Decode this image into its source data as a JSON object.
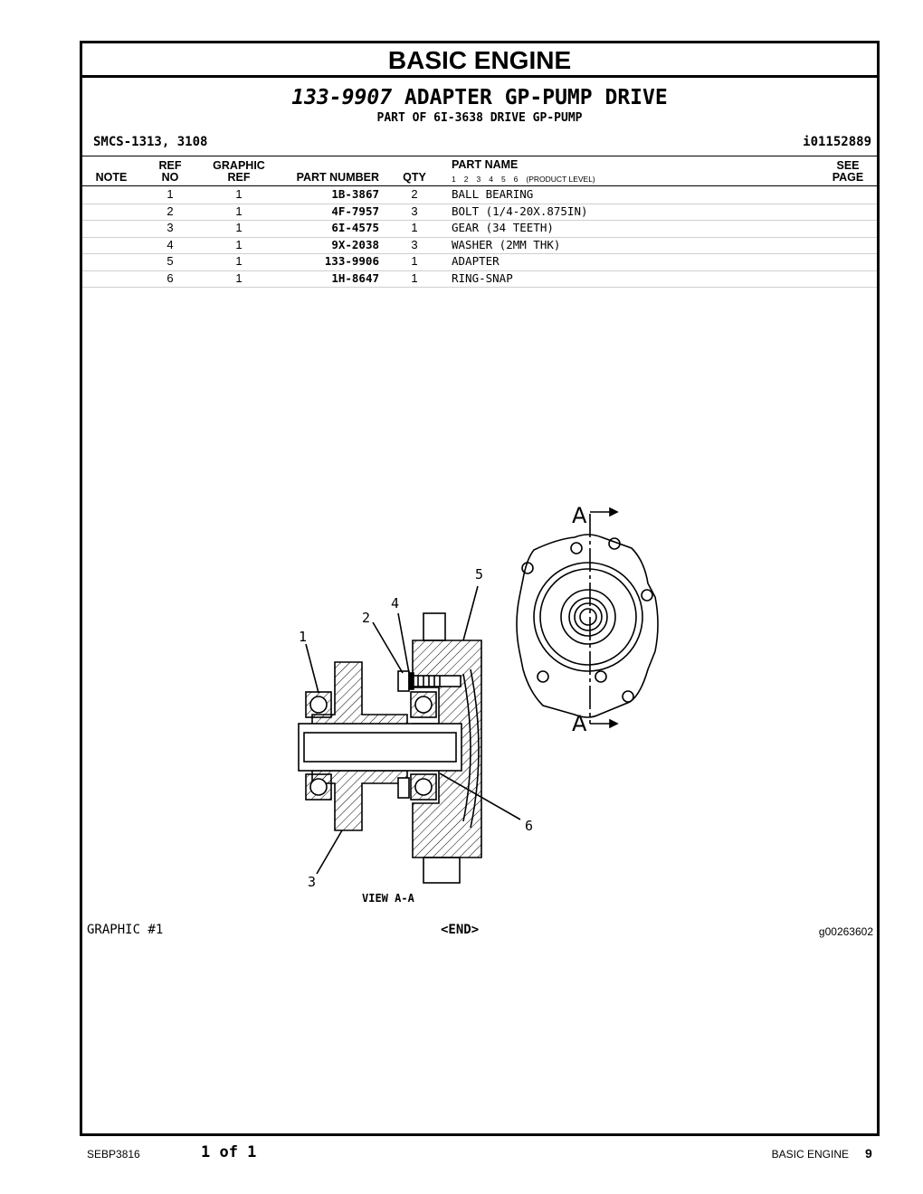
{
  "section": "BASIC ENGINE",
  "title": {
    "part_number": "133-9907",
    "name": "ADAPTER GP-PUMP DRIVE"
  },
  "subtitle": "PART OF 6I-3638 DRIVE GP-PUMP",
  "smcs": "SMCS-1313, 3108",
  "illustration_id": "i01152889",
  "table": {
    "headers": {
      "note": "NOTE",
      "ref_line1": "REF",
      "ref_line2": "NO",
      "graphic_line1": "GRAPHIC",
      "graphic_line2": "REF",
      "part_number": "PART NUMBER",
      "qty": "QTY",
      "part_name": "PART NAME",
      "see_line1": "SEE",
      "see_line2": "PAGE",
      "levels": [
        "1",
        "2",
        "3",
        "4",
        "5",
        "6"
      ],
      "levels_label": "(PRODUCT LEVEL)"
    },
    "rows": [
      {
        "ref": "1",
        "graphic": "1",
        "part_number": "1B-3867",
        "qty": "2",
        "name": "BALL BEARING"
      },
      {
        "ref": "2",
        "graphic": "1",
        "part_number": "4F-7957",
        "qty": "3",
        "name": "BOLT (1/4-20X.875IN)"
      },
      {
        "ref": "3",
        "graphic": "1",
        "part_number": "6I-4575",
        "qty": "1",
        "name": "GEAR (34 TEETH)"
      },
      {
        "ref": "4",
        "graphic": "1",
        "part_number": "9X-2038",
        "qty": "3",
        "name": "WASHER (2MM THK)"
      },
      {
        "ref": "5",
        "graphic": "1",
        "part_number": "133-9906",
        "qty": "1",
        "name": "ADAPTER"
      },
      {
        "ref": "6",
        "graphic": "1",
        "part_number": "1H-8647",
        "qty": "1",
        "name": "RING-SNAP"
      }
    ]
  },
  "drawing": {
    "callouts": [
      "1",
      "2",
      "3",
      "4",
      "5",
      "6"
    ],
    "section_label": "A",
    "view_label": "VIEW A-A"
  },
  "graphic_label": "GRAPHIC #1",
  "end_label": "<END>",
  "graphic_number": "g00263602",
  "footer": {
    "publication": "SEBP3816",
    "page_of": "1 of 1",
    "section": "BASIC ENGINE",
    "page": "9"
  }
}
